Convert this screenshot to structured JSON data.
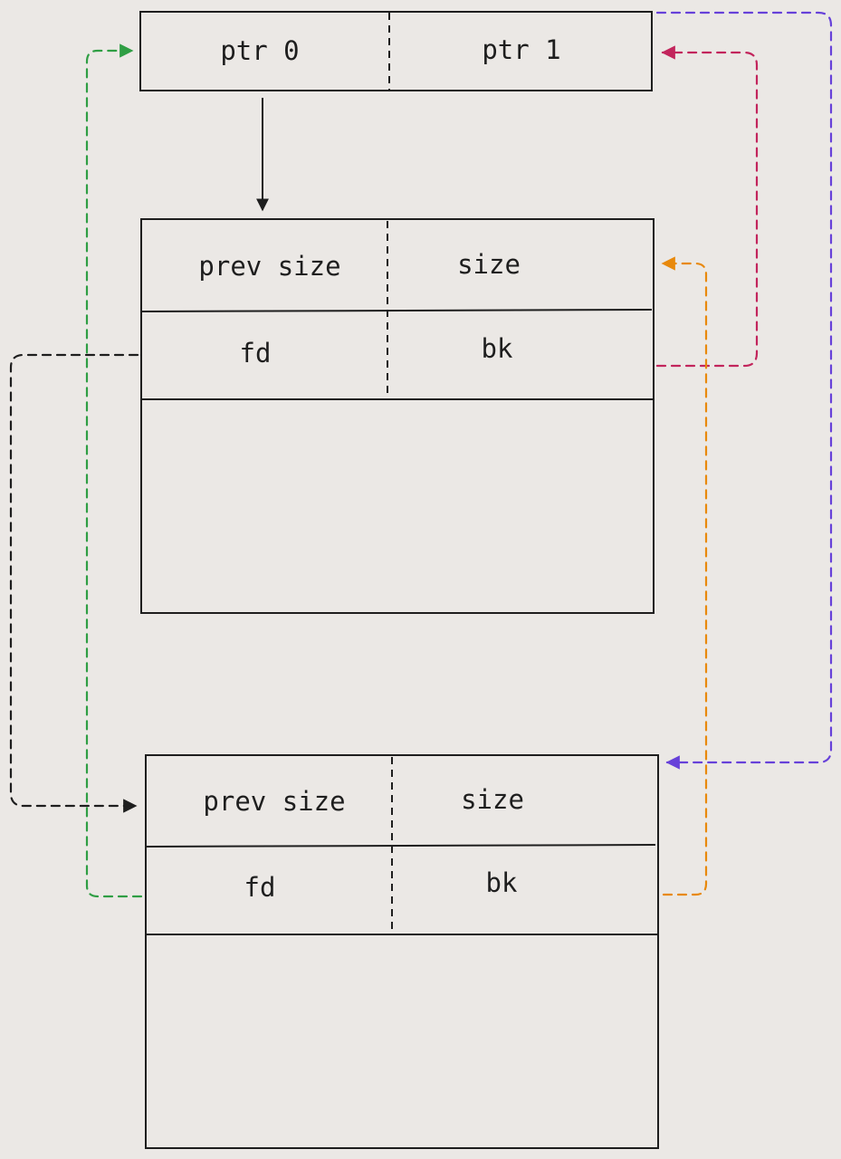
{
  "pointer_array": {
    "ptr0_label": "ptr 0",
    "ptr1_label": "ptr 1"
  },
  "chunk_1": {
    "prev_size_label": "prev size",
    "size_label": "size",
    "fd_label": "fd",
    "bk_label": "bk"
  },
  "chunk_2": {
    "prev_size_label": "prev size",
    "size_label": "size",
    "fd_label": "fd",
    "bk_label": "bk"
  },
  "colors": {
    "background": "#ebe8e5",
    "stroke": "#1e1e1e",
    "green": "#2f9e44",
    "red": "#c2255c",
    "purple": "#6741d9",
    "orange": "#e8890c",
    "black": "#1e1e1e"
  }
}
